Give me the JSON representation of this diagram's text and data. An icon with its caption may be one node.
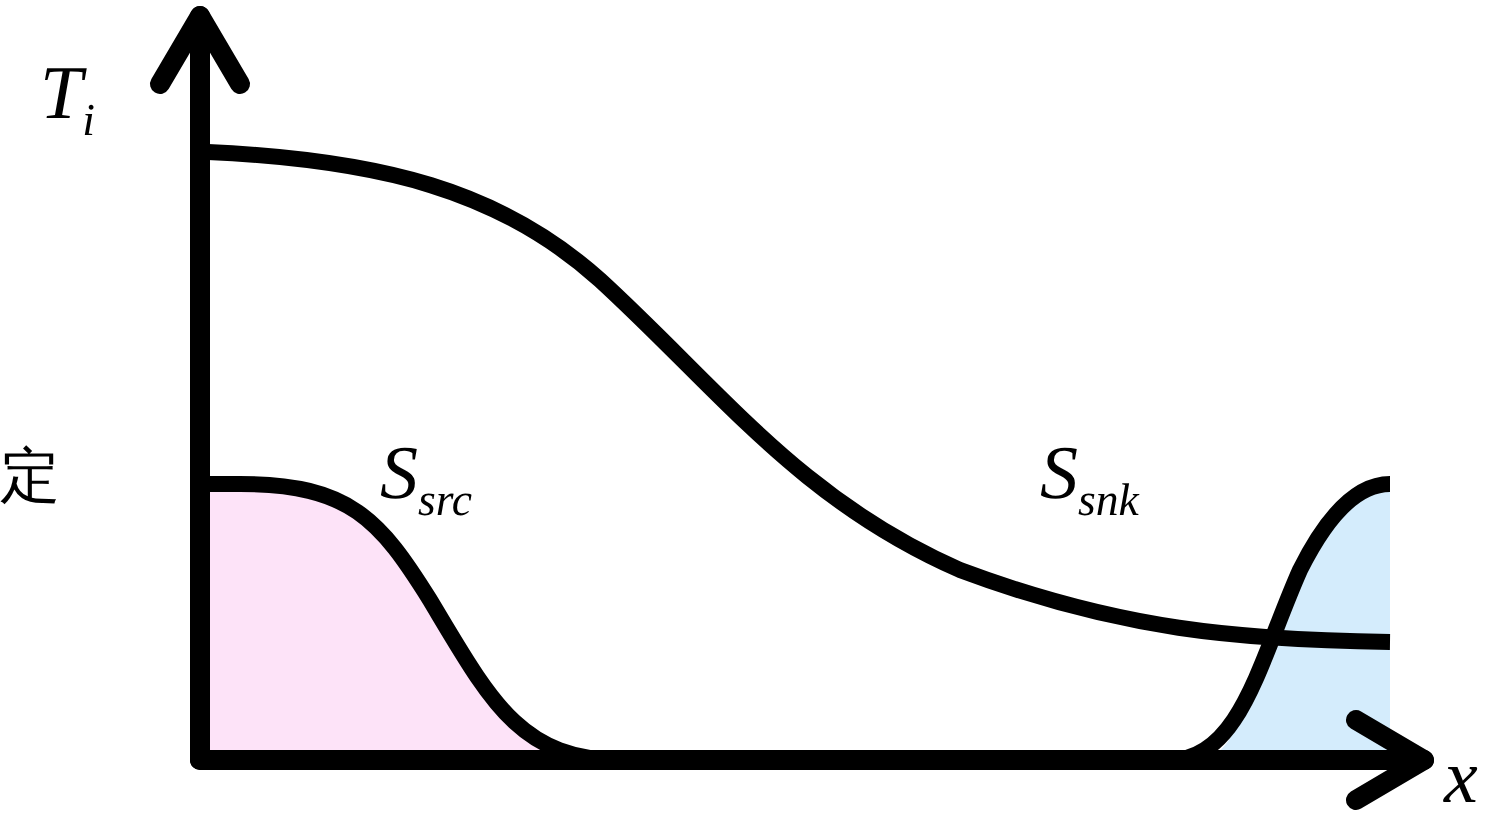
{
  "diagram": {
    "labels": [
      "T$_{i}$",
      "S$_{src}$",
      "S$_{snk}$",
      "定",
      "x"
    ]
  }
}
